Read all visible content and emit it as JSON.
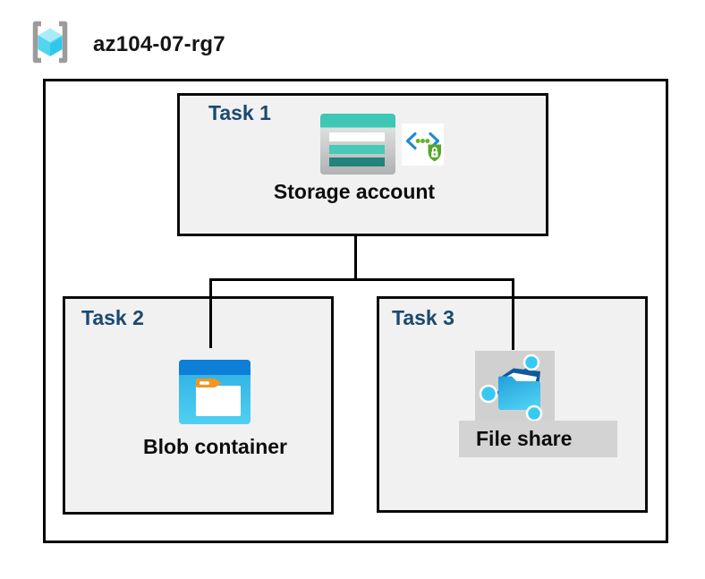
{
  "diagram": {
    "type": "azure-lab-architecture",
    "resource_group": {
      "name": "az104-07-rg7",
      "icon": "resource-group-icon"
    },
    "tasks": [
      {
        "label": "Task 1",
        "resource": "Storage account",
        "icons": [
          "storage-account-icon",
          "secure-endpoint-icon"
        ]
      },
      {
        "label": "Task 2",
        "resource": "Blob container",
        "icons": [
          "blob-container-icon"
        ]
      },
      {
        "label": "Task 3",
        "resource": "File share",
        "icons": [
          "file-share-icon"
        ]
      }
    ],
    "connections": [
      "Storage account -> Blob container",
      "Storage account -> File share"
    ],
    "colors": {
      "task_label_navy": "#1a4971",
      "task_box_fill": "#f1f1f1",
      "box_border": "#000000",
      "icon_bg_grey": "#d0d0d0",
      "label_bg_grey": "#d3d3d3",
      "storage_teal": "#3ec7b5",
      "storage_teal_dark": "#22837a",
      "azure_blue": "#0e7fd9",
      "cyan_node": "#38c9f3",
      "folder_tab_orange": "#f7941e",
      "shield_green": "#56a72c",
      "bracket_grey": "#9b9b9b",
      "cube_cyan_light": "#a9ecf9",
      "cube_cyan_mid": "#53d4f1",
      "cube_cyan_dark": "#2ec8ee"
    }
  }
}
